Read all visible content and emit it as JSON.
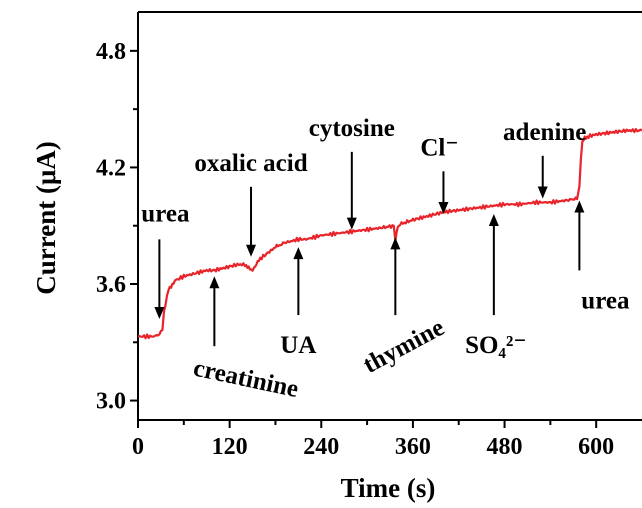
{
  "chart_data": {
    "type": "line",
    "xlabel": "Time (s)",
    "ylabel": "Current (μA)",
    "xlim": [
      0,
      660
    ],
    "ylim": [
      2.9,
      5.0
    ],
    "x_ticks": [
      0,
      120,
      240,
      360,
      480,
      600
    ],
    "x_tick_labels": [
      "0",
      "120",
      "240",
      "360",
      "480",
      "600"
    ],
    "y_ticks": [
      3.0,
      3.6,
      4.2,
      4.8
    ],
    "y_tick_labels": [
      "3.0",
      "3.6",
      "4.2",
      "4.8"
    ],
    "grid": false,
    "line_color": "#e8242a",
    "series": [
      {
        "x": [
          0,
          10,
          20,
          28,
          32,
          34,
          36,
          40,
          45,
          50,
          60,
          70,
          80,
          90,
          100,
          110,
          120,
          130,
          140,
          145,
          148,
          152,
          155,
          160,
          170,
          180,
          185,
          190,
          200,
          210,
          220,
          230,
          240,
          260,
          280,
          300,
          320,
          335,
          337,
          339,
          342,
          345,
          360,
          380,
          400,
          420,
          440,
          460,
          480,
          500,
          520,
          540,
          560,
          575,
          578,
          580,
          582,
          585,
          590,
          600,
          620,
          640,
          660
        ],
        "y": [
          3.33,
          3.33,
          3.33,
          3.34,
          3.37,
          3.45,
          3.5,
          3.57,
          3.6,
          3.62,
          3.64,
          3.65,
          3.66,
          3.67,
          3.67,
          3.68,
          3.69,
          3.7,
          3.7,
          3.68,
          3.67,
          3.68,
          3.7,
          3.73,
          3.76,
          3.79,
          3.8,
          3.81,
          3.82,
          3.83,
          3.83,
          3.84,
          3.85,
          3.86,
          3.87,
          3.88,
          3.89,
          3.9,
          3.82,
          3.88,
          3.9,
          3.91,
          3.93,
          3.95,
          3.97,
          3.98,
          3.99,
          4.0,
          4.01,
          4.01,
          4.02,
          4.02,
          4.03,
          4.04,
          4.1,
          4.25,
          4.33,
          4.35,
          4.36,
          4.37,
          4.38,
          4.39,
          4.39
        ]
      }
    ],
    "annotations": [
      {
        "text": "urea",
        "arrow_x": 28,
        "arrow_tip_y": 3.42,
        "arrow_tail_y": 3.83,
        "direction": "down"
      },
      {
        "text": "creatinine",
        "arrow_x": 100,
        "arrow_tip_y": 3.64,
        "arrow_tail_y": 3.28,
        "direction": "up"
      },
      {
        "text": "oxalic acid",
        "arrow_x": 148,
        "arrow_tip_y": 3.74,
        "arrow_tail_y": 4.1,
        "direction": "down"
      },
      {
        "text": "UA",
        "arrow_x": 210,
        "arrow_tip_y": 3.79,
        "arrow_tail_y": 3.44,
        "direction": "up"
      },
      {
        "text": "cytosine",
        "arrow_x": 280,
        "arrow_tip_y": 3.88,
        "arrow_tail_y": 4.28,
        "direction": "down"
      },
      {
        "text": "thymine",
        "arrow_x": 337,
        "arrow_tip_y": 3.84,
        "arrow_tail_y": 3.44,
        "direction": "up"
      },
      {
        "text": "Cl⁻",
        "arrow_x": 400,
        "arrow_tip_y": 3.96,
        "arrow_tail_y": 4.18,
        "direction": "down"
      },
      {
        "text": "SO₄²⁻",
        "arrow_x": 466,
        "arrow_tip_y": 3.96,
        "arrow_tail_y": 3.44,
        "direction": "up"
      },
      {
        "text": "adenine",
        "arrow_x": 530,
        "arrow_tip_y": 4.04,
        "arrow_tail_y": 4.26,
        "direction": "down"
      },
      {
        "text": "urea",
        "arrow_x": 578,
        "arrow_tip_y": 4.03,
        "arrow_tail_y": 3.67,
        "direction": "up"
      }
    ]
  }
}
